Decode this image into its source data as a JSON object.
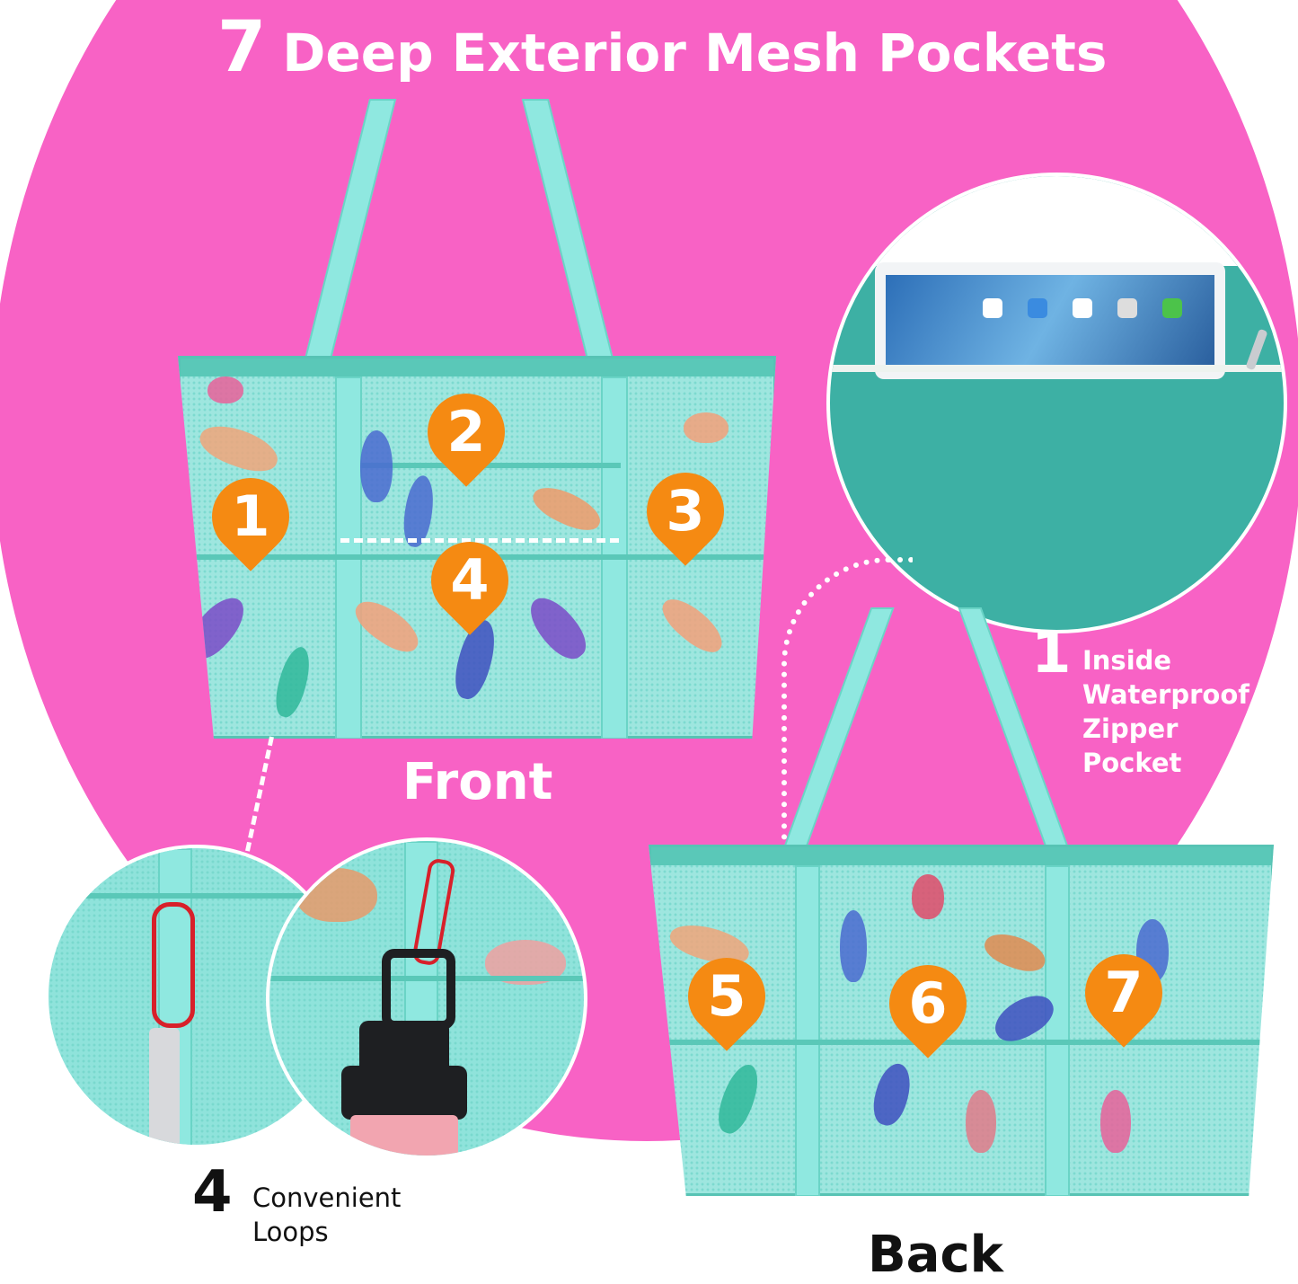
{
  "headline": {
    "number": "7",
    "text": "Deep Exterior Mesh Pockets"
  },
  "front": {
    "label": "Front",
    "pockets": [
      {
        "number": "1"
      },
      {
        "number": "2"
      },
      {
        "number": "3"
      },
      {
        "number": "4"
      }
    ]
  },
  "back": {
    "label": "Back",
    "pockets": [
      {
        "number": "5"
      },
      {
        "number": "6"
      },
      {
        "number": "7"
      }
    ]
  },
  "inside_pocket": {
    "number": "1",
    "lines": [
      "Inside",
      "Waterproof",
      "Zipper",
      "Pocket"
    ]
  },
  "loops": {
    "number": "4",
    "lines": [
      "Convenient",
      "Loops"
    ]
  },
  "colors": {
    "background_pink": "#f862c5",
    "bag_mint": "#9ee6df",
    "bag_trim": "#57c3b4",
    "pin_orange": "#f58a12",
    "zip_pocket_teal": "#3db0a4",
    "carabiner_red": "#d8202a"
  }
}
